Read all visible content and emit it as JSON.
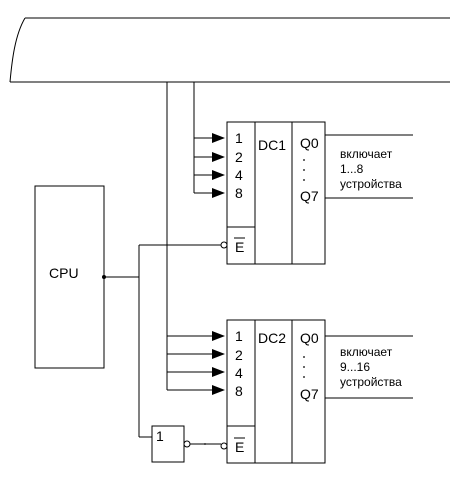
{
  "cpu": {
    "label": "CPU"
  },
  "decoder1": {
    "name": "DC1",
    "inputs": [
      "1",
      "2",
      "4",
      "8"
    ],
    "enable": "E",
    "out_first": "Q0",
    "out_last": "Q7",
    "note": [
      "включает",
      "1...8",
      "устройства"
    ]
  },
  "decoder2": {
    "name": "DC2",
    "inputs": [
      "1",
      "2",
      "4",
      "8"
    ],
    "enable": "E",
    "out_first": "Q0",
    "out_last": "Q7",
    "note": [
      "включает",
      "9...16",
      "устройства"
    ]
  },
  "inverter": {
    "label": "1"
  }
}
